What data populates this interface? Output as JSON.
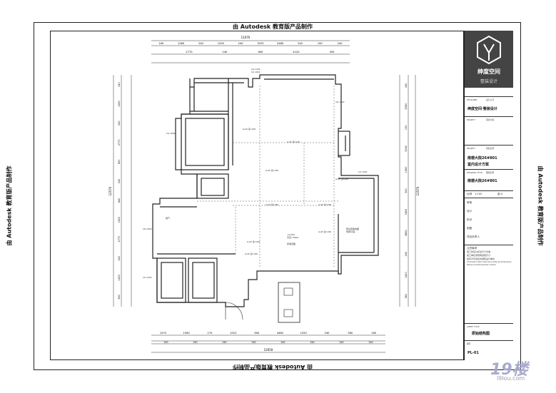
{
  "watermark": "由 Autodesk 教育版产品制作",
  "dims": {
    "top_total": "11070",
    "top_row1": [
      "240",
      "1260",
      "240",
      "1290",
      "240",
      "3370",
      "5480",
      "240",
      "150",
      "240"
    ],
    "top_row2": [
      "2770",
      "140",
      "640",
      "4120",
      "450"
    ],
    "bottom_row1": [
      "1570",
      "1560",
      "170",
      "1010",
      "360",
      "4460",
      "1250",
      "240",
      "560",
      "180"
    ],
    "bottom_row2": [
      "240",
      "240",
      "240",
      "240",
      "240",
      "240",
      "240",
      "240"
    ],
    "bottom_total": "12650",
    "left_total": "12570",
    "right_total": "12570",
    "left_col": [
      "240",
      "1260",
      "240",
      "2770",
      "650",
      "240",
      "640",
      "1600",
      "2770",
      "240",
      "1420",
      "360"
    ],
    "right_col": [
      "240",
      "2580",
      "150",
      "3160",
      "1560",
      "240",
      "1850",
      "3860",
      "240",
      "1420",
      "360"
    ]
  },
  "rooms": {
    "labels": [
      "LL/W 第=240",
      "LL/W 第=240",
      "LL/W 第=240",
      "LL/W 第=240",
      "LL/W 第=240",
      "LL/W 第=240",
      "LL/W 第=240",
      "LL/W 第=240",
      "LL/W 第=240"
    ],
    "center_label": "+0.000\n天花=3600",
    "center_note": "原墙顶面",
    "right_note": "阳台原始地面\n暂按平铺",
    "window_labels": [
      "C1L:1200",
      "C1L:1800",
      "C2L:1500",
      "C1L:1800",
      "C3L:1800",
      "C1L:1500",
      "C1L:1800"
    ],
    "door_label": "燃气"
  },
  "title_block": {
    "brand": "绅度空间",
    "brand_sub": "整装设计",
    "designer_label": "DESIGNER",
    "designer_label_cn": "设计公司",
    "company": "绅度空间·整装设计",
    "project_label": "PROJECT",
    "project_label_cn": "项目名称",
    "project_name": "南德大院26#801",
    "project_sub": "室内设计方案",
    "drawing_label": "DRAWING TITLE",
    "drawing_label_cn": "图纸名称",
    "drawing_name": "南德大院26#801",
    "scale": "比例",
    "scale_val": "1:100",
    "version": "版 A",
    "date": "日期",
    "check": "审核",
    "notes": [
      "注意事项",
      "施工时应以标注尺寸为准",
      "施工单位须现场复核尺寸",
      "如有不符请及时通知设计单位"
    ],
    "notes_en": [
      "Contractor shall check and verify all dimensions",
      "before commencement of work"
    ],
    "sheet_title_label": "SHEET TITLE",
    "sheet_title": "原始结构图",
    "sheet_no_label": "图号",
    "sheet_no": "PL-01",
    "meta_rows": [
      "审核",
      "设计",
      "校对",
      "制图",
      "项目负责人"
    ]
  },
  "site_logo": {
    "big": "19楼",
    "url": "l9lou.com"
  }
}
